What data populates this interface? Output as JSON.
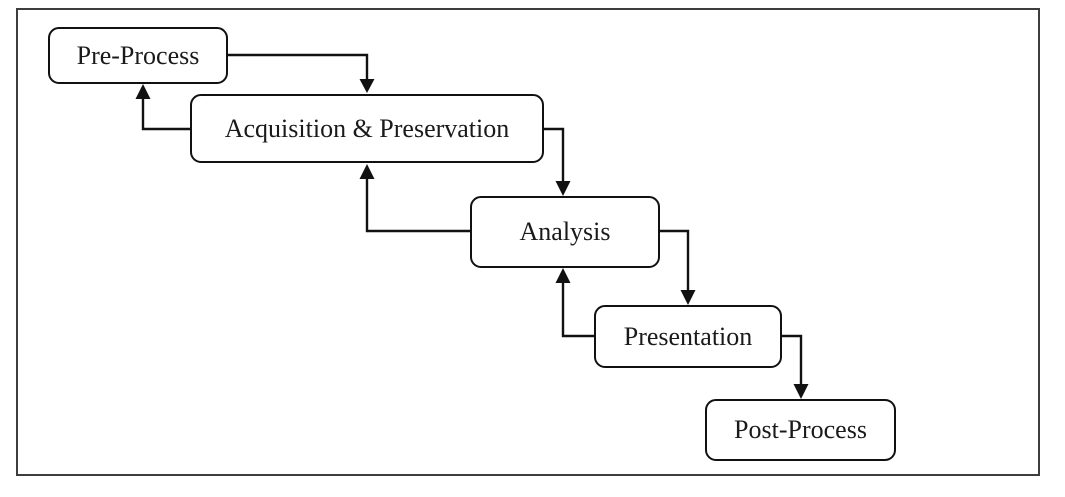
{
  "diagram": {
    "type": "flowchart",
    "nodes": [
      {
        "id": "pre-process",
        "label": "Pre-Process"
      },
      {
        "id": "acquisition-preservation",
        "label": "Acquisition & Preservation"
      },
      {
        "id": "analysis",
        "label": "Analysis"
      },
      {
        "id": "presentation",
        "label": "Presentation"
      },
      {
        "id": "post-process",
        "label": "Post-Process"
      }
    ],
    "edges": [
      {
        "from": "Pre-Process",
        "to": "Acquisition & Preservation",
        "kind": "forward"
      },
      {
        "from": "Acquisition & Preservation",
        "to": "Pre-Process",
        "kind": "feedback"
      },
      {
        "from": "Acquisition & Preservation",
        "to": "Analysis",
        "kind": "forward"
      },
      {
        "from": "Analysis",
        "to": "Acquisition & Preservation",
        "kind": "feedback"
      },
      {
        "from": "Analysis",
        "to": "Presentation",
        "kind": "forward"
      },
      {
        "from": "Presentation",
        "to": "Analysis",
        "kind": "feedback"
      },
      {
        "from": "Presentation",
        "to": "Post-Process",
        "kind": "forward"
      }
    ],
    "colors": {
      "background": "#ffffff",
      "node_fill": "#ffffff",
      "node_border": "#111111",
      "arrow": "#111111",
      "frame_border": "#3d3d3d",
      "text": "#1a1a1a"
    }
  }
}
